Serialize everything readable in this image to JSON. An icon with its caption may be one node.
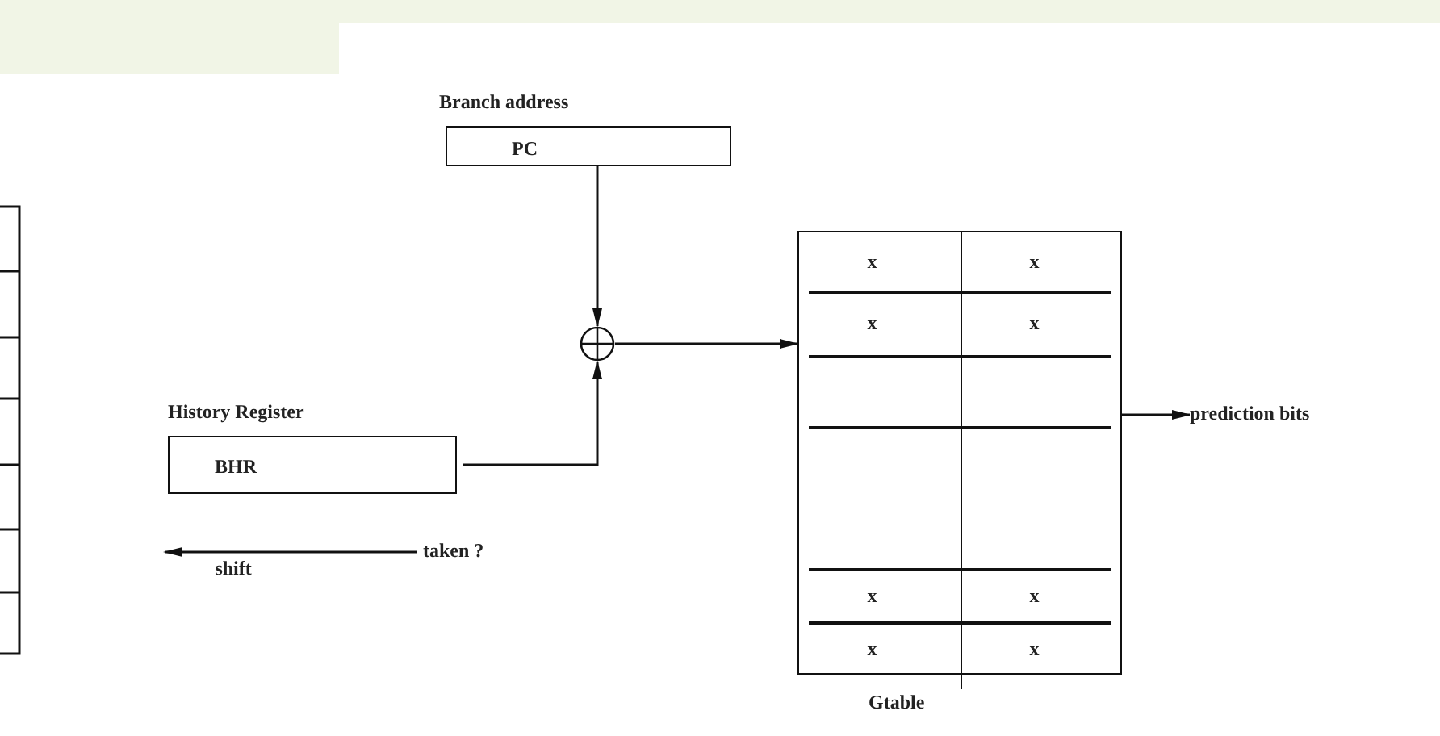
{
  "diagram": {
    "nodes": [
      {
        "text": [
          "Branch address",
          "PC"
        ]
      },
      {
        "text": [
          "History Register",
          "BHR"
        ]
      },
      {
        "text": [],
        "shape": "circle"
      },
      {
        "text": [
          "Gtable"
        ]
      },
      {
        "text": [
          "prediction bits"
        ]
      },
      {
        "text": [
          "taken ?"
        ]
      }
    ],
    "edges": [
      {
        "from": 0,
        "to": 2,
        "arrow": "to"
      },
      {
        "from": 1,
        "to": 2,
        "arrow": "to"
      },
      {
        "from": 2,
        "to": 3,
        "arrow": "to"
      },
      {
        "from": 3,
        "to": 4,
        "arrow": "to"
      },
      {
        "from": 5,
        "to": null,
        "arrow": "to",
        "label": "shift"
      }
    ],
    "labels": [
      "x",
      "x",
      "x",
      "x",
      "x",
      "x",
      "x",
      "x"
    ]
  }
}
